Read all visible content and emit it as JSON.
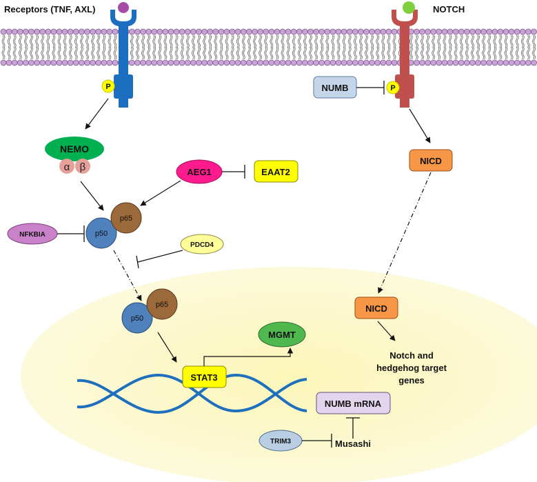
{
  "receptors_label": "Receptors (TNF, AXL)",
  "notch_label": "NOTCH",
  "phospho_left": "P",
  "phospho_right": "P",
  "numb": "NUMB",
  "nemo": "NEMO",
  "alpha": "α",
  "beta": "β",
  "aeg1": "AEG1",
  "eaat2": "EAAT2",
  "nfkbia": "NFKBIA",
  "p50_cyto": "p50",
  "p65_cyto": "p65",
  "pdcd4": "PDCD4",
  "p50_nuc": "p50",
  "p65_nuc": "p65",
  "mgmt": "MGMT",
  "stat3": "STAT3",
  "nicd_cyto": "NICD",
  "nicd_nuc": "NICD",
  "target_genes": [
    "Notch and",
    "hedgehog target",
    "genes"
  ],
  "numb_mrna": "NUMB mRNA",
  "trim3": "TRIM3",
  "musashi": "Musashi",
  "colors": {
    "membrane": "#c9a3d8",
    "receptor_blue": "#1c6fc0",
    "notch_red": "#c0504d",
    "nemo_green": "#00b050",
    "aeg1_pink": "#ff1b8d",
    "yellow": "#ffff00",
    "p50_blue": "#4f81bd",
    "p65_brown": "#9c6a3a",
    "nicd_orange": "#f79646",
    "nucleus": "#fbf8cf",
    "dna": "#1f6fbf"
  }
}
